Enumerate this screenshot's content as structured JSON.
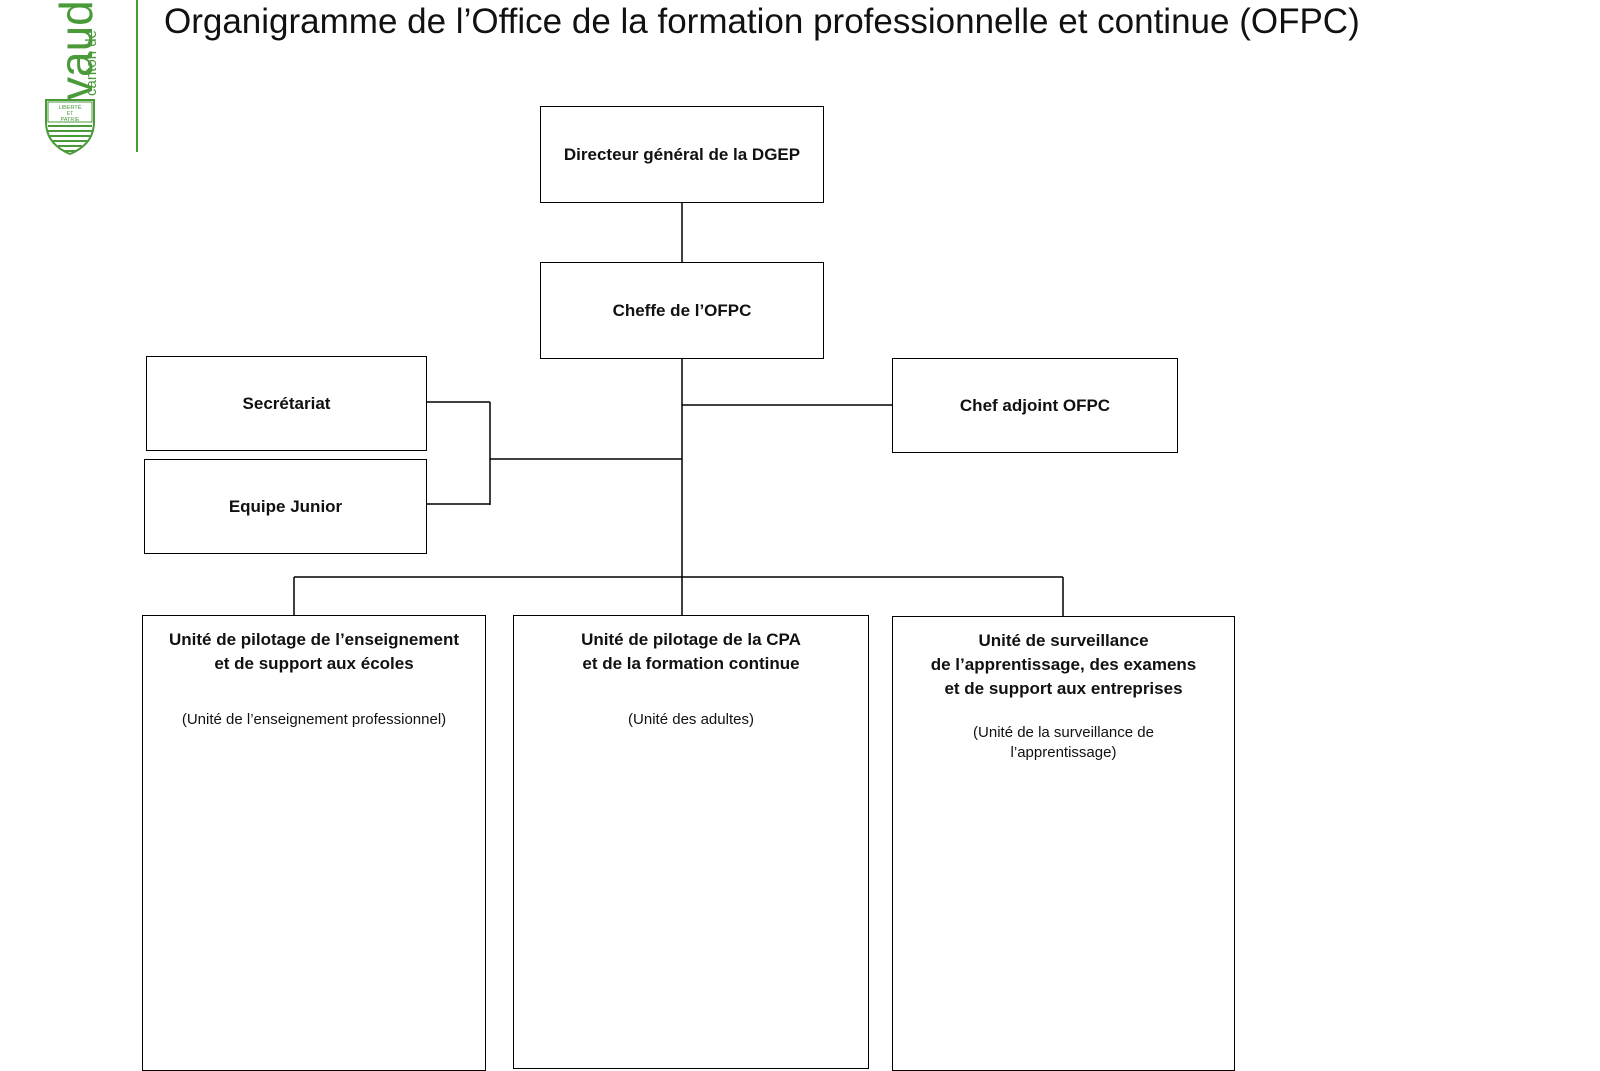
{
  "logo": {
    "text": "canton de",
    "wordmark": "vaud",
    "motto": [
      "LIBERTÉ",
      "ET",
      "PATRIE"
    ],
    "brand_color": "#4a9a3a"
  },
  "title": "Organigramme de l’Office de la formation professionnelle et continue (OFPC)",
  "chart": {
    "nodes": {
      "directeur": {
        "label": "Directeur général de la DGEP"
      },
      "cheffe": {
        "label": "Cheffe de l’OFPC"
      },
      "chef_adjoint": {
        "label": "Chef adjoint  OFPC"
      },
      "secretariat": {
        "label": "Secrétariat"
      },
      "equipe_junior": {
        "label": "Equipe Junior"
      },
      "unite_enseignement": {
        "label": "Unité de pilotage de l’enseignement\net  de  support  aux écoles",
        "sub": "(Unité de l’enseignement professionnel)"
      },
      "unite_cpa": {
        "label": "Unité de pilotage de la CPA\net de la formation  continue",
        "sub": "(Unité des adultes)"
      },
      "unite_surveillance": {
        "label": "Unité de surveillance\nde l’apprentissage,  des examens\net de support  aux entreprises",
        "sub": "(Unité de la surveillance de\nl’apprentissage)"
      }
    }
  }
}
